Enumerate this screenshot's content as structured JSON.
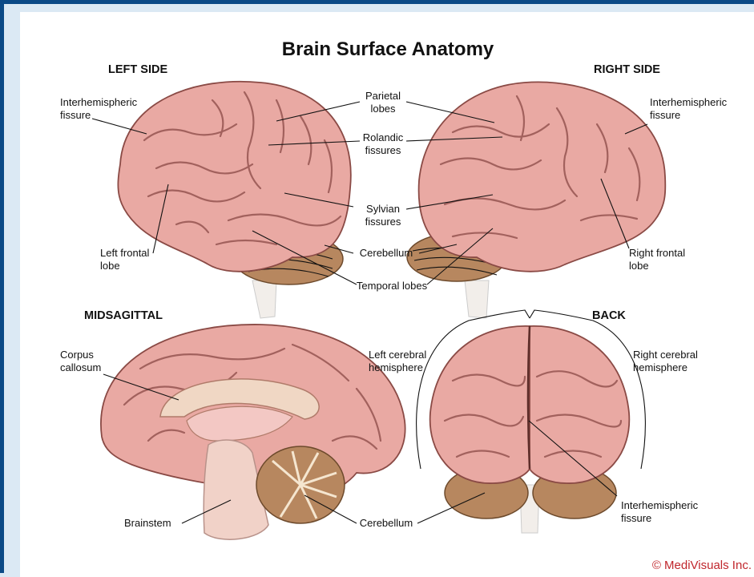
{
  "title": "Brain Surface Anatomy",
  "copyright": "© MediVisuals Inc.",
  "colors": {
    "frame": "#0b4a86",
    "background": "#dbe9f4",
    "brain": "#e9a9a3",
    "brain_dark": "#b86c66",
    "cerebellum": "#b7875f",
    "brainstem": "#f1d2c8",
    "copyright": "#c0262c"
  },
  "sections": {
    "left_side": "LEFT SIDE",
    "right_side": "RIGHT SIDE",
    "midsagittal": "MIDSAGITTAL",
    "back": "BACK"
  },
  "labels": {
    "interhemispheric_left": [
      "Interhemispheric",
      "fissure"
    ],
    "parietal": [
      "Parietal",
      "lobes"
    ],
    "interhemispheric_right": [
      "Interhemispheric",
      "fissure"
    ],
    "rolandic": [
      "Rolandic",
      "fissures"
    ],
    "sylvian": [
      "Sylvian",
      "fissures"
    ],
    "left_frontal": [
      "Left frontal",
      "lobe"
    ],
    "cerebellum_top": "Cerebellum",
    "right_frontal": [
      "Right frontal",
      "lobe"
    ],
    "temporal": "Temporal lobes",
    "corpus_callosum": [
      "Corpus",
      "callosum"
    ],
    "left_cerebral": [
      "Left cerebral",
      "hemisphere"
    ],
    "right_cerebral": [
      "Right cerebral",
      "hemisphere"
    ],
    "brainstem": "Brainstem",
    "cerebellum_bottom": "Cerebellum",
    "interhemispheric_back": [
      "Interhemispheric",
      "fissure"
    ]
  }
}
